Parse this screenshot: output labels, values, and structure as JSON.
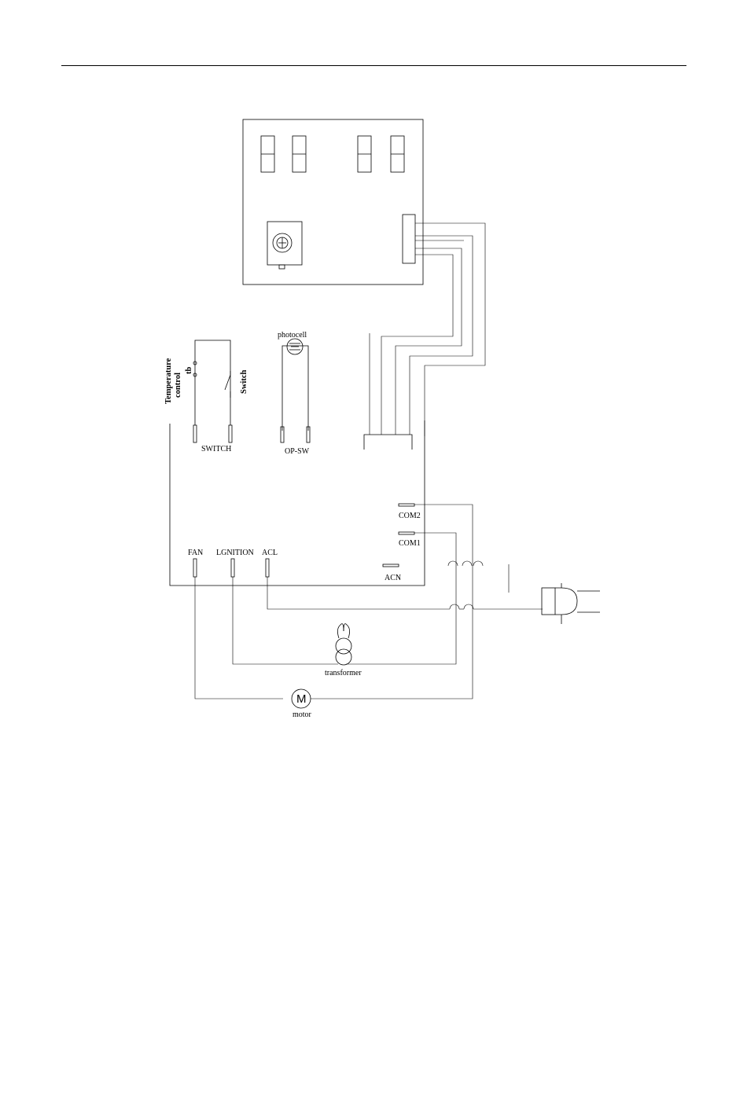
{
  "labels": {
    "photocell": "photocell",
    "temperature": "Temperature",
    "control": "control",
    "tb": "tb",
    "switch_vertical": "Switch",
    "switch_terminal": "SWITCH",
    "opsw": "OP-SW",
    "com2": "COM2",
    "com1": "COM1",
    "fan": "FAN",
    "lgnition": "LGNITION",
    "acl": "ACL",
    "acn": "ACN",
    "transformer": "transformer",
    "motor": "motor",
    "motor_symbol": "M"
  }
}
